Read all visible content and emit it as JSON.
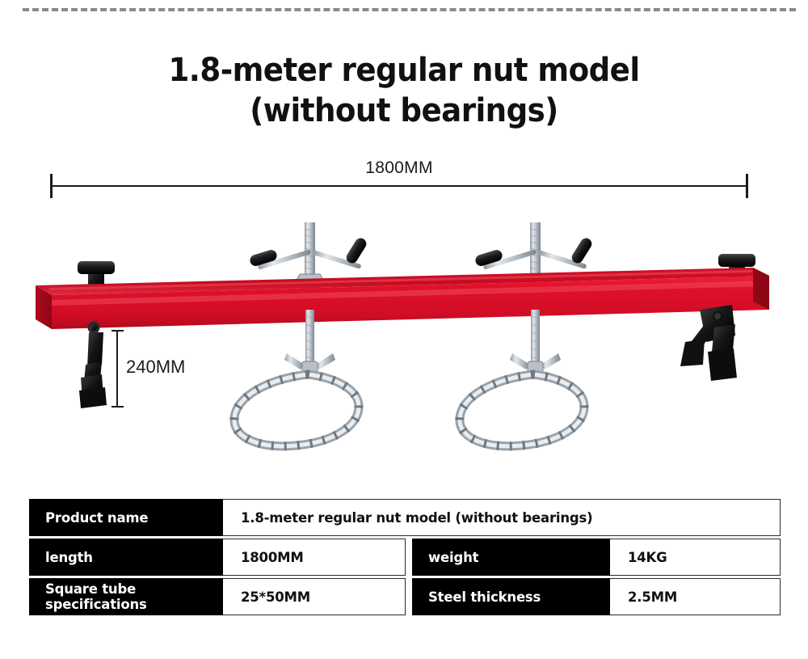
{
  "title": {
    "line1": "1.8-meter regular nut model",
    "line2": "(without bearings)"
  },
  "dimensions": {
    "length_label": "1800MM",
    "height_label": "240MM"
  },
  "colors": {
    "beam_red": "#e0102a",
    "beam_red_top": "#c20c22",
    "beam_red_dark": "#a60a1c",
    "hardware_black": "#1a1a1a",
    "steel": "#c9ced4",
    "table_label_bg": "#000000",
    "divider_gray": "#8a8a8a"
  },
  "spec_table": {
    "rows": [
      {
        "cells": [
          {
            "label": "Product name",
            "value": "1.8-meter regular nut model (without bearings)"
          }
        ]
      },
      {
        "cells": [
          {
            "label": "length",
            "value": "1800MM"
          },
          {
            "label": "weight",
            "value": "14KG"
          }
        ]
      },
      {
        "cells": [
          {
            "label": "Square tube specifications",
            "value": "25*50MM"
          },
          {
            "label": "Steel thickness",
            "value": "2.5MM"
          }
        ]
      }
    ]
  }
}
